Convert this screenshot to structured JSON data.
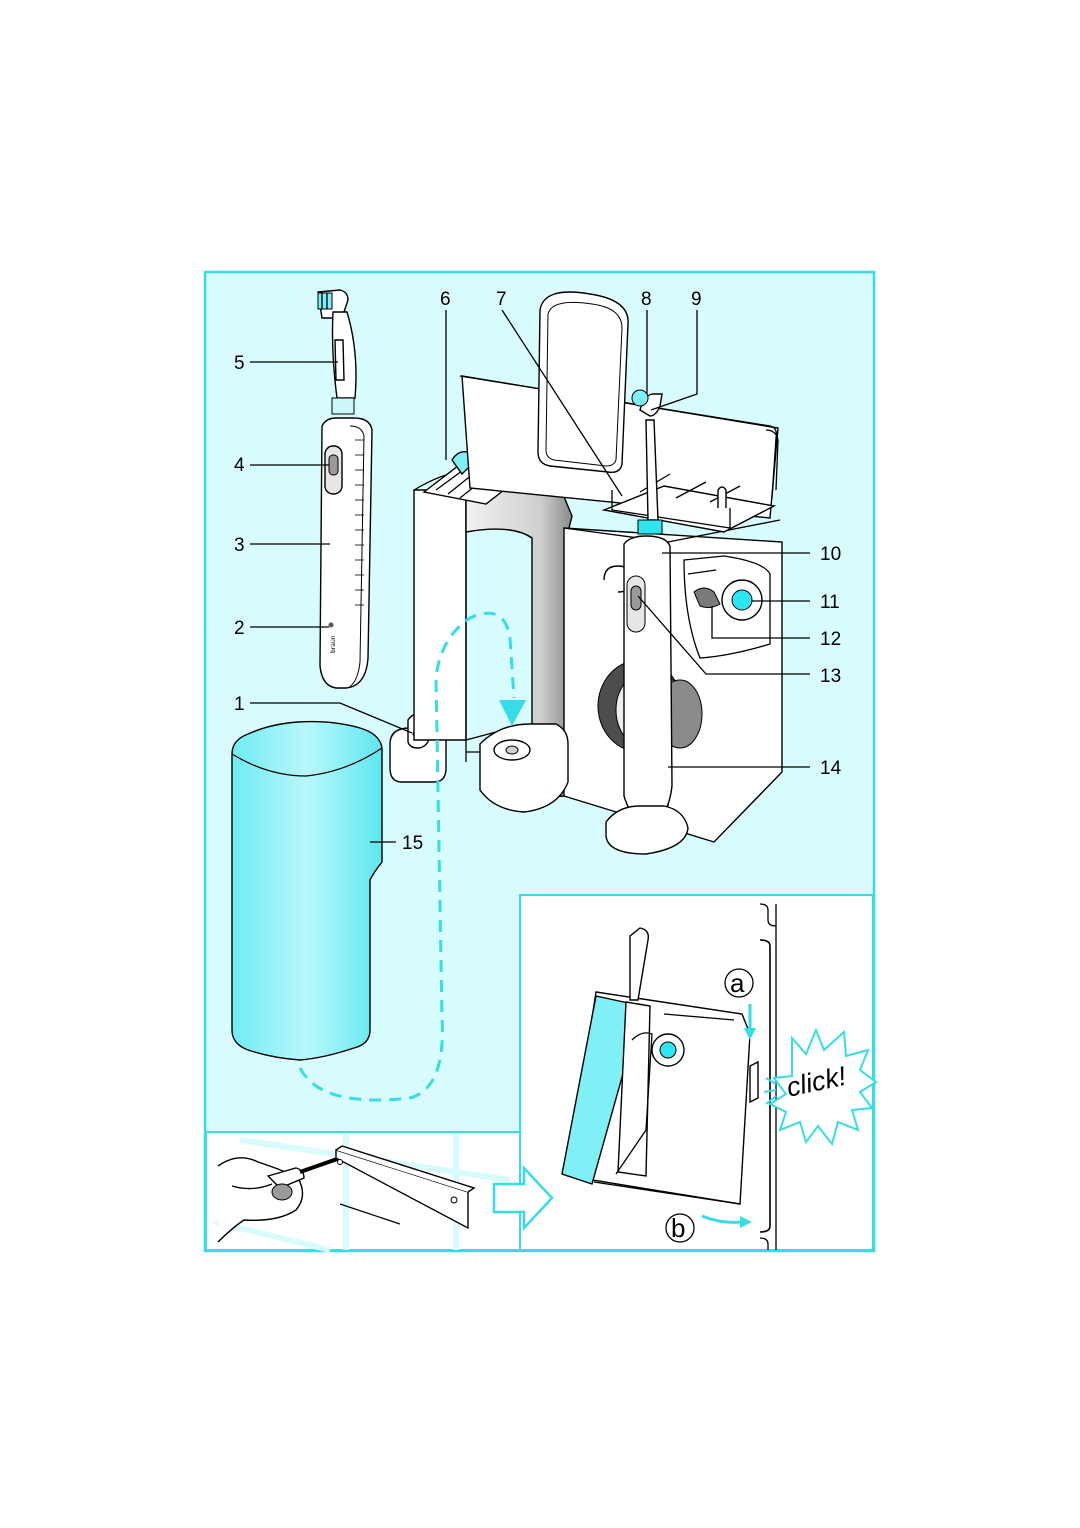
{
  "callouts": {
    "c1": "1",
    "c2": "2",
    "c3": "3",
    "c4": "4",
    "c5": "5",
    "c6": "6",
    "c7": "7",
    "c8": "8",
    "c9": "9",
    "c10": "10",
    "c11": "11",
    "c12": "12",
    "c13": "13",
    "c14": "14",
    "c15": "15"
  },
  "step_labels": {
    "a": "a",
    "b": "b"
  },
  "click_text": "click!",
  "brand_mark": "braun",
  "colors": {
    "accent": "#2ee6f2",
    "panel": "#d8fcfd",
    "frame": "#35dde8",
    "reservoir": "#8ff2f7"
  }
}
